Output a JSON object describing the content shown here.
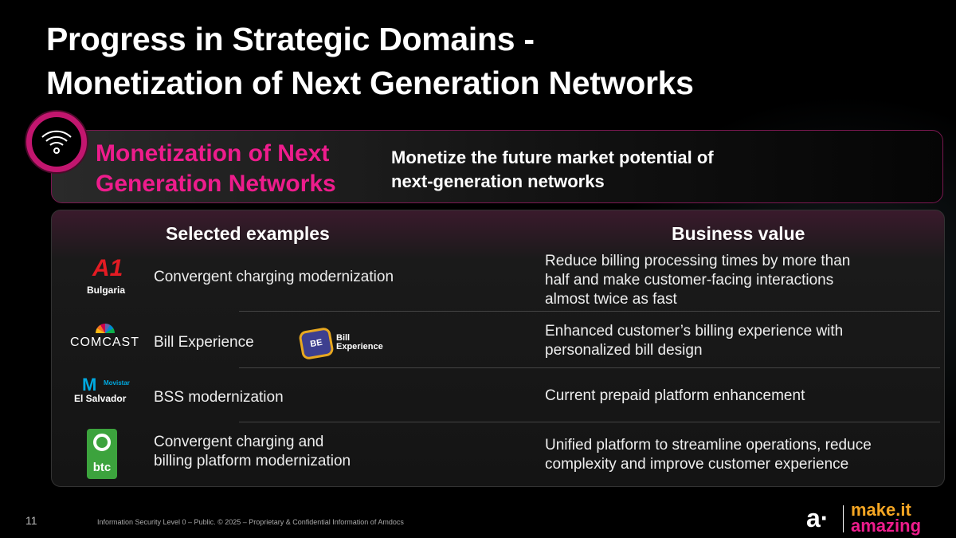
{
  "title": [
    "Progress in Strategic Domains -",
    "Monetization of Next Generation Networks"
  ],
  "domain": {
    "name": [
      "Monetization of Next",
      "Generation Networks"
    ],
    "tagline": [
      "Monetize the future market potential of",
      "next-generation networks"
    ],
    "icon": "wifi-icon"
  },
  "columns": {
    "examples": "Selected examples",
    "value": "Business value"
  },
  "rows": [
    {
      "logo": "A1",
      "logo_sub": "Bulgaria",
      "example": [
        "Convergent charging modernization"
      ],
      "value": [
        "Reduce billing processing times by more than",
        "half and make customer-facing interactions",
        "almost twice as fast"
      ]
    },
    {
      "logo": "COMCAST",
      "example": [
        "Bill Experience"
      ],
      "badge": {
        "mark": "BE",
        "text": [
          "Bill",
          "Experience"
        ]
      },
      "value": [
        "Enhanced customer’s billing experience with",
        "personalized bill design"
      ]
    },
    {
      "logo": "Movistar",
      "logo_sub": "El Salvador",
      "example": [
        "BSS modernization"
      ],
      "value": [
        "Current prepaid platform enhancement"
      ]
    },
    {
      "logo": "btc",
      "example": [
        "Convergent charging and",
        "billing platform modernization"
      ],
      "value": [
        "Unified platform to streamline operations, reduce",
        "complexity and improve customer experience"
      ]
    }
  ],
  "footer": {
    "page": "11",
    "text": "Information Security Level 0 – Public. © 2025 – Proprietary & Confidential Information of Amdocs",
    "brand": [
      "make.it",
      "amazing"
    ],
    "brand_mark": "a·"
  },
  "colors": {
    "accent": "#ee1c8c",
    "brand": "#f5a623"
  }
}
